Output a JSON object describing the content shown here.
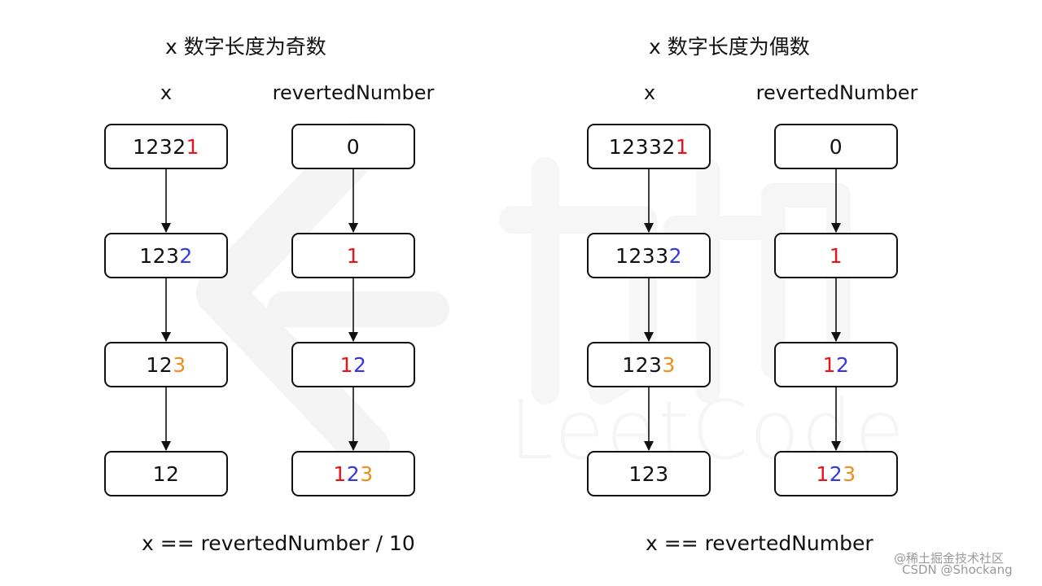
{
  "watermark": {
    "text": "LeetCode"
  },
  "panels": [
    {
      "title": "x 数字长度为奇数",
      "col_x_label": "x",
      "col_r_label": "revertedNumber",
      "x_steps": [
        [
          {
            "t": "1232",
            "c": "black"
          },
          {
            "t": "1",
            "c": "red"
          }
        ],
        [
          {
            "t": "123",
            "c": "black"
          },
          {
            "t": "2",
            "c": "blue"
          }
        ],
        [
          {
            "t": "12",
            "c": "black"
          },
          {
            "t": "3",
            "c": "orange"
          }
        ],
        [
          {
            "t": "12",
            "c": "black"
          }
        ]
      ],
      "r_steps": [
        [
          {
            "t": "0",
            "c": "black"
          }
        ],
        [
          {
            "t": "1",
            "c": "red"
          }
        ],
        [
          {
            "t": "1",
            "c": "red"
          },
          {
            "t": "2",
            "c": "blue"
          }
        ],
        [
          {
            "t": "1",
            "c": "red"
          },
          {
            "t": "2",
            "c": "blue"
          },
          {
            "t": "3",
            "c": "orange"
          }
        ]
      ],
      "formula": "x == revertedNumber / 10"
    },
    {
      "title": "x 数字长度为偶数",
      "col_x_label": "x",
      "col_r_label": "revertedNumber",
      "x_steps": [
        [
          {
            "t": "12332",
            "c": "black"
          },
          {
            "t": "1",
            "c": "red"
          }
        ],
        [
          {
            "t": "1233",
            "c": "black"
          },
          {
            "t": "2",
            "c": "blue"
          }
        ],
        [
          {
            "t": "123",
            "c": "black"
          },
          {
            "t": "3",
            "c": "orange"
          }
        ],
        [
          {
            "t": "123",
            "c": "black"
          }
        ]
      ],
      "r_steps": [
        [
          {
            "t": "0",
            "c": "black"
          }
        ],
        [
          {
            "t": "1",
            "c": "red"
          }
        ],
        [
          {
            "t": "1",
            "c": "red"
          },
          {
            "t": "2",
            "c": "blue"
          }
        ],
        [
          {
            "t": "1",
            "c": "red"
          },
          {
            "t": "2",
            "c": "blue"
          },
          {
            "t": "3",
            "c": "orange"
          }
        ]
      ],
      "formula": "x == revertedNumber"
    }
  ],
  "credit": {
    "line1": "@稀土掘金技术社区",
    "line2": "CSDN @Shockang"
  },
  "colors": {
    "red": "#e8141c",
    "blue": "#3636e6",
    "orange": "#f08c1a",
    "black": "#111111"
  }
}
